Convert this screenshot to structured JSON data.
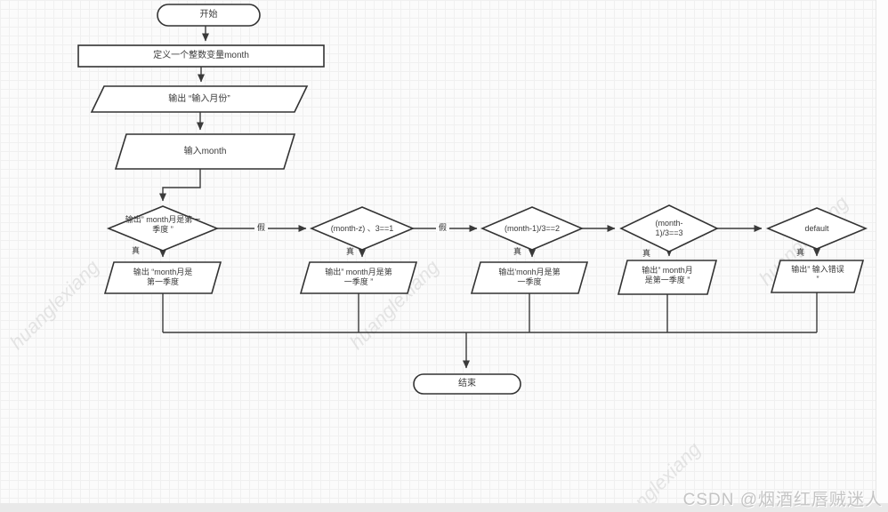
{
  "watermark": {
    "text": "huanglexiang"
  },
  "credit": "CSDN @烟酒红唇贼迷人",
  "flow": {
    "start": "开始",
    "declare": "定义一个整数变量month",
    "print_prompt": "输出 “输入月份”",
    "input_month": "输入month",
    "d1": "输出” month月是第一\n季度 ”",
    "o1": "输出 “month月是\n第一季度",
    "d2": "(month-z) 、3==1",
    "o2": "输出” month月是第\n一季度 ”",
    "d3": "(month-1)/3==2",
    "o3": "输出'monh月是第\n一季度",
    "d4": "(month-\n1)/3==3",
    "o4": "输出” month月\n是第一季度 ”",
    "d5": "default",
    "o5": "输出” 输入错误\n”",
    "end": "结束",
    "label_true": "真",
    "label_false": "假"
  }
}
